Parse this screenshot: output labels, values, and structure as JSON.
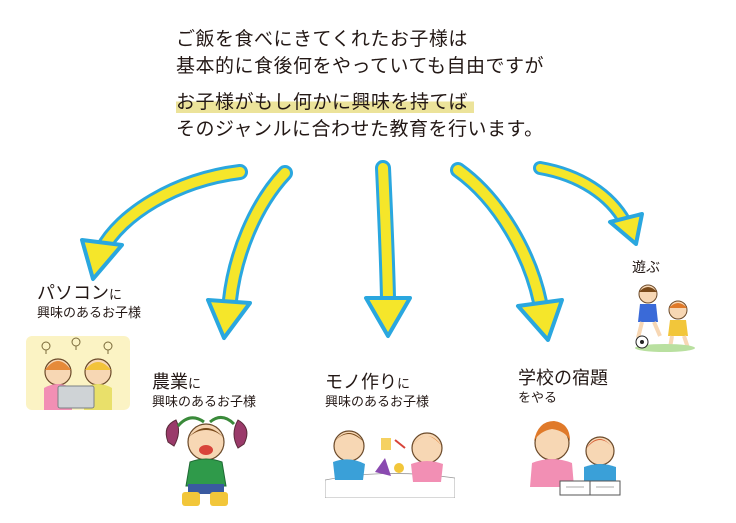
{
  "intro": {
    "line1": "ご飯を食べにきてくれたお子様は",
    "line2": "基本的に食後何をやっていても自由ですが",
    "line3": "お子様がもし何かに興味を持てば",
    "line4": "そのジャンルに合わせた教育を行います。"
  },
  "branches": [
    {
      "title": "パソコン",
      "title_suffix": "に",
      "subtitle": "興味のあるお子様"
    },
    {
      "title": "農業",
      "title_suffix": "に",
      "subtitle": "興味のあるお子様"
    },
    {
      "title": "モノ作り",
      "title_suffix": "に",
      "subtitle": "興味のあるお子様"
    },
    {
      "title": "学校の宿題",
      "title_suffix": "",
      "subtitle": "をやる"
    },
    {
      "title": "遊ぶ",
      "title_suffix": "",
      "subtitle": ""
    }
  ],
  "colors": {
    "arrow_fill": "#f5e62a",
    "arrow_outline": "#2aa7df",
    "highlight": "#ece39a",
    "text": "#231815"
  }
}
